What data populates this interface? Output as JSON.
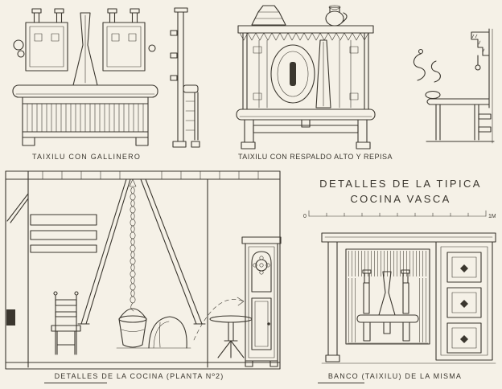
{
  "page": {
    "background_color": "#f5f1e7",
    "ink_color": "#3b372f"
  },
  "plate": {
    "title_line1": "DETALLES DE LA TIPICA",
    "title_line2": "COCINA VASCA"
  },
  "captions": {
    "bench_gallinero": "TAIXILU CON GALLINERO",
    "bench_high_back": "TAIXILU CON RESPALDO ALTO Y REPISA",
    "kitchen_plan": "DETALLES DE LA COCINA (PLANTA Nº2)",
    "bench_of_same": "BANCO (TAIXILU) DE LA MISMA"
  },
  "scale": {
    "left_label": "0",
    "right_label": "1M"
  }
}
